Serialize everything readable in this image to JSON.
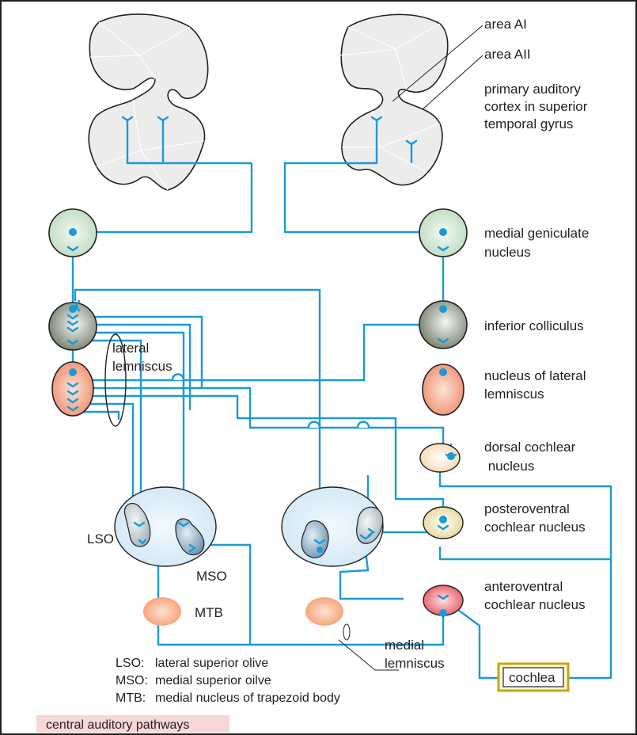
{
  "labels": {
    "area_ai": "area AI",
    "area_aii": "area AII",
    "primary_cortex": [
      "primary auditory",
      "cortex in superior",
      "temporal gyrus"
    ],
    "medial_geniculate": [
      "medial geniculate",
      "nucleus"
    ],
    "inferior_colliculus": "inferior colliculus",
    "nucleus_lateral_lemniscus": [
      "nucleus of lateral",
      "lemniscus"
    ],
    "dorsal_cochlear": [
      "dorsal cochlear",
      " nucleus"
    ],
    "posteroventral_cochlear": [
      "posteroventral",
      "cochlear nucleus"
    ],
    "anteroventral_cochlear": [
      "anteroventral",
      "cochlear nucleus"
    ],
    "lateral_lemniscus": [
      "lateral",
      "lemniscus"
    ],
    "lso": "LSO",
    "mso": "MSO",
    "mtb": "MTB",
    "medial_lemniscus": [
      "medial",
      "lemniscus"
    ],
    "cochlea": "cochlea"
  },
  "legend": [
    {
      "abbr": "LSO:",
      "text": "lateral superior olive"
    },
    {
      "abbr": "MSO:",
      "text": "medial superior oilve"
    },
    {
      "abbr": "MTB:",
      "text": "medial nucleus of trapezoid body"
    }
  ],
  "caption": "central auditory pathways",
  "colors": {
    "pathway": "#1a9ad6",
    "frame": "#231f20",
    "cortex_fill": "#ececec",
    "geniculate": "#cfe6cf",
    "colliculus": "#8f9a86",
    "lateral_lemniscus_nucleus": "#f2a183",
    "dorsal_cochlear": "#fbe6c9",
    "posteroventral_cochlear": "#efe4b3",
    "anteroventral_cochlear": "#ea6f79",
    "olive_region": "#d6ecf8",
    "olive_nuclei": "#8aa9c4",
    "mtb": "#f7a57b",
    "cochlea_border": "#e8c21a",
    "caption_bg": "#f8d7d7"
  }
}
